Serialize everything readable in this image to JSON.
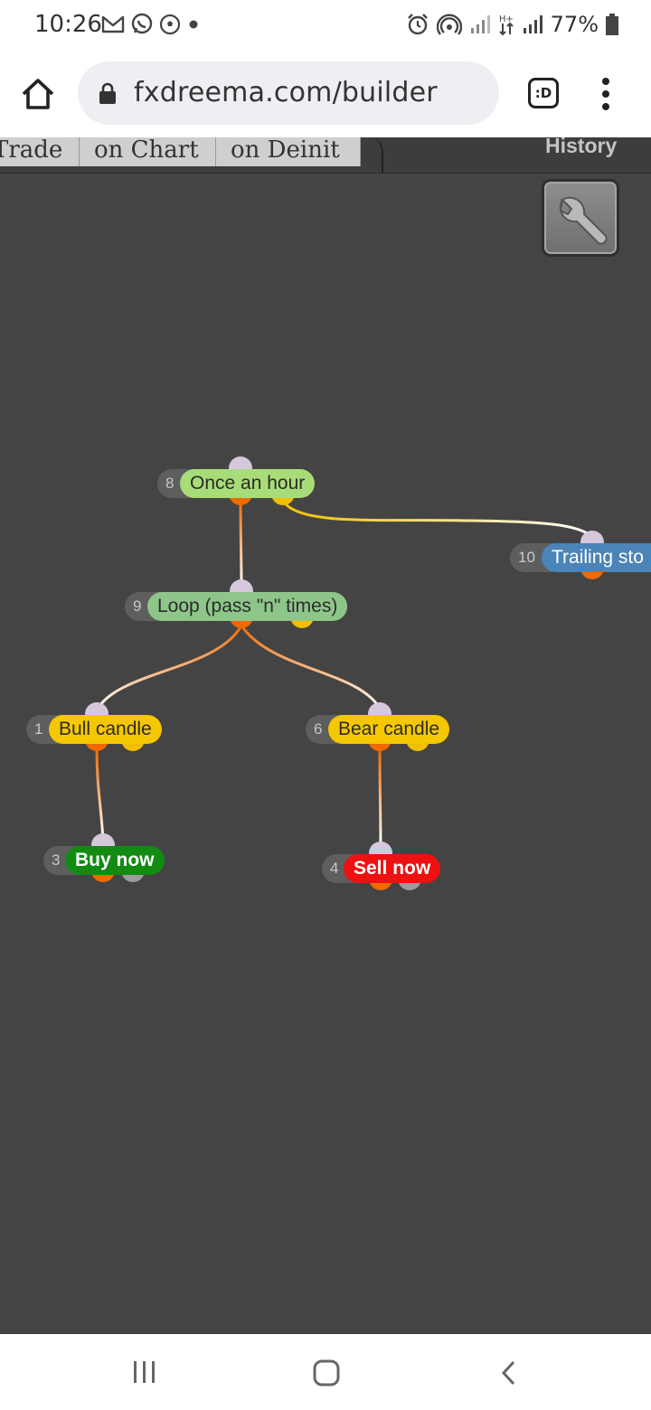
{
  "status_bar": {
    "time": "10:26",
    "battery": "77%",
    "left_icons": [
      "gmail-icon",
      "whatsapp-icon",
      "soccer-ball-icon",
      "dot-icon"
    ],
    "right_icons": [
      "alarm-icon",
      "hotspot-icon",
      "signal-icon",
      "data-arrows-icon",
      "signal-icon",
      "battery-icon"
    ]
  },
  "browser": {
    "url": "fxdreema.com/builder",
    "tabs_label": ":D"
  },
  "editor_tabs": [
    {
      "label": "Trade"
    },
    {
      "label": "on Chart"
    },
    {
      "label": "on Deinit"
    }
  ],
  "history_label": "History",
  "nodes": [
    {
      "id": "8",
      "label": "Once an hour"
    },
    {
      "id": "9",
      "label": "Loop (pass \"n\" times)"
    },
    {
      "id": "10",
      "label": "Trailing sto"
    },
    {
      "id": "1",
      "label": "Bull candle"
    },
    {
      "id": "6",
      "label": "Bear candle"
    },
    {
      "id": "3",
      "label": "Buy now"
    },
    {
      "id": "4",
      "label": "Sell now"
    }
  ],
  "colors": {
    "canvas": "#444444",
    "link_main": "#f07a30",
    "link_alt": "#f0c000",
    "buy": "#138a12",
    "sell": "#ee1111",
    "condition": "#f5c700",
    "trailing": "#4a84b8"
  },
  "nav_bar": [
    "recent-apps-icon",
    "home-icon",
    "back-icon"
  ]
}
